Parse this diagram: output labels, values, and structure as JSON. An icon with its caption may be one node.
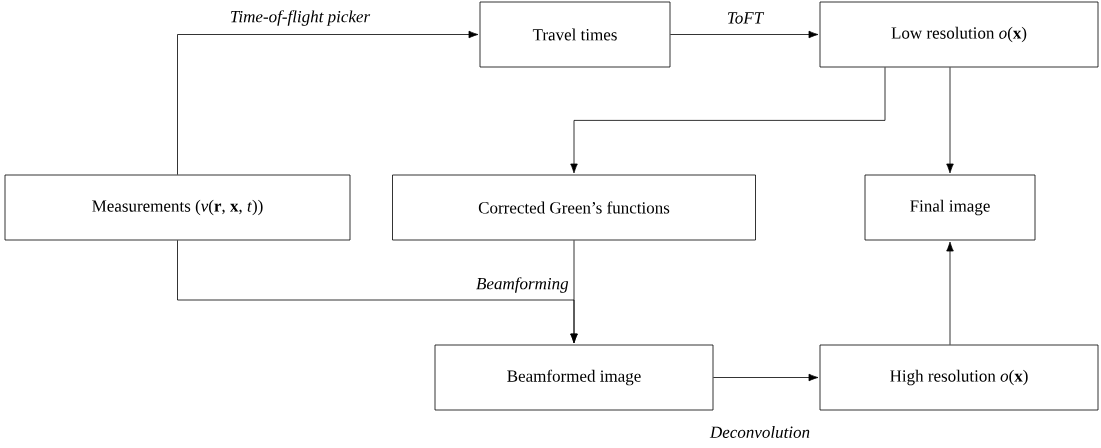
{
  "diagram": {
    "nodes": [
      {
        "text": [
          "Measurements (*v*(**r**, **x**, *t*))"
        ]
      },
      {
        "text": [
          "Travel times"
        ]
      },
      {
        "text": [
          "Low resolution *o*(**x**)"
        ]
      },
      {
        "text": [
          "Corrected Green’s functions"
        ]
      },
      {
        "text": [
          "Final image"
        ]
      },
      {
        "text": [
          "Beamformed image"
        ]
      },
      {
        "text": [
          "High resolution *o*(**x**)"
        ]
      }
    ],
    "edges": [
      {
        "from": 0,
        "to": 1,
        "arrow": "to",
        "label": "Time-of-flight picker"
      },
      {
        "from": 1,
        "to": 2,
        "arrow": "to",
        "label": "ToFT"
      },
      {
        "from": 2,
        "to": 3,
        "arrow": "to"
      },
      {
        "from": 2,
        "to": 4,
        "arrow": "to"
      },
      {
        "from": 3,
        "to": 5,
        "arrow": "to"
      },
      {
        "from": 0,
        "to": 5,
        "arrow": "to",
        "label": "Beamforming"
      },
      {
        "from": 5,
        "to": 6,
        "arrow": "to",
        "label": "Deconvolution"
      },
      {
        "from": 6,
        "to": 4,
        "arrow": "to"
      }
    ]
  }
}
